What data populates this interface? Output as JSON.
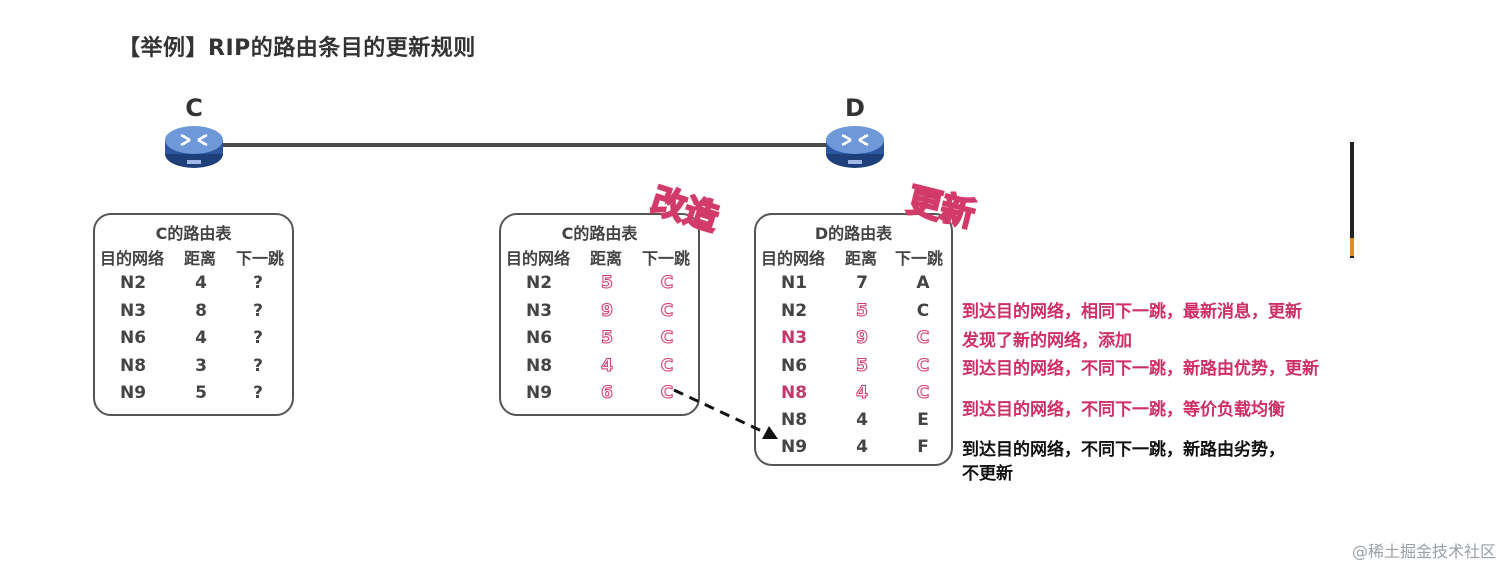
{
  "title": "【举例】RIP的路由条目的更新规则",
  "routers": {
    "c_label": "C",
    "d_label": "D"
  },
  "icons": [
    "router-icon",
    "arrow-icon"
  ],
  "tables": {
    "c_original": {
      "title": "C的路由表",
      "headers": [
        "目的网络",
        "距离",
        "下一跳"
      ],
      "rows": [
        [
          "N2",
          "4",
          "?"
        ],
        [
          "N3",
          "8",
          "?"
        ],
        [
          "N6",
          "4",
          "?"
        ],
        [
          "N8",
          "3",
          "?"
        ],
        [
          "N9",
          "5",
          "?"
        ]
      ]
    },
    "c_modified": {
      "title": "C的路由表",
      "headers": [
        "目的网络",
        "距离",
        "下一跳"
      ],
      "rows": [
        [
          "N2",
          "5",
          "C"
        ],
        [
          "N3",
          "9",
          "C"
        ],
        [
          "N6",
          "5",
          "C"
        ],
        [
          "N8",
          "4",
          "C"
        ],
        [
          "N9",
          "6",
          "C"
        ]
      ]
    },
    "d_updated": {
      "title": "D的路由表",
      "headers": [
        "目的网络",
        "距离",
        "下一跳"
      ],
      "rows": [
        [
          "N1",
          "7",
          "A"
        ],
        [
          "N2",
          "5",
          "C"
        ],
        [
          "N3",
          "9",
          "C"
        ],
        [
          "N6",
          "5",
          "C"
        ],
        [
          "N8",
          "4",
          "C"
        ],
        [
          "N8",
          "4",
          "E"
        ],
        [
          "N9",
          "4",
          "F"
        ]
      ]
    }
  },
  "stamps": {
    "modify": "改造",
    "update": "更新"
  },
  "notes": [
    "到达目的网络，相同下一跳，最新消息，更新",
    "发现了新的网络，添加",
    "到达目的网络，不同下一跳，新路由优势，更新",
    "到达目的网络，不同下一跳，等价负载均衡",
    "到达目的网络，不同下一跳，新路由劣势，",
    "不更新"
  ],
  "watermark": "@稀土掘金技术社区",
  "colors": {
    "accent_pink": "#cf2f64",
    "router_blue": "#3a63a8"
  }
}
